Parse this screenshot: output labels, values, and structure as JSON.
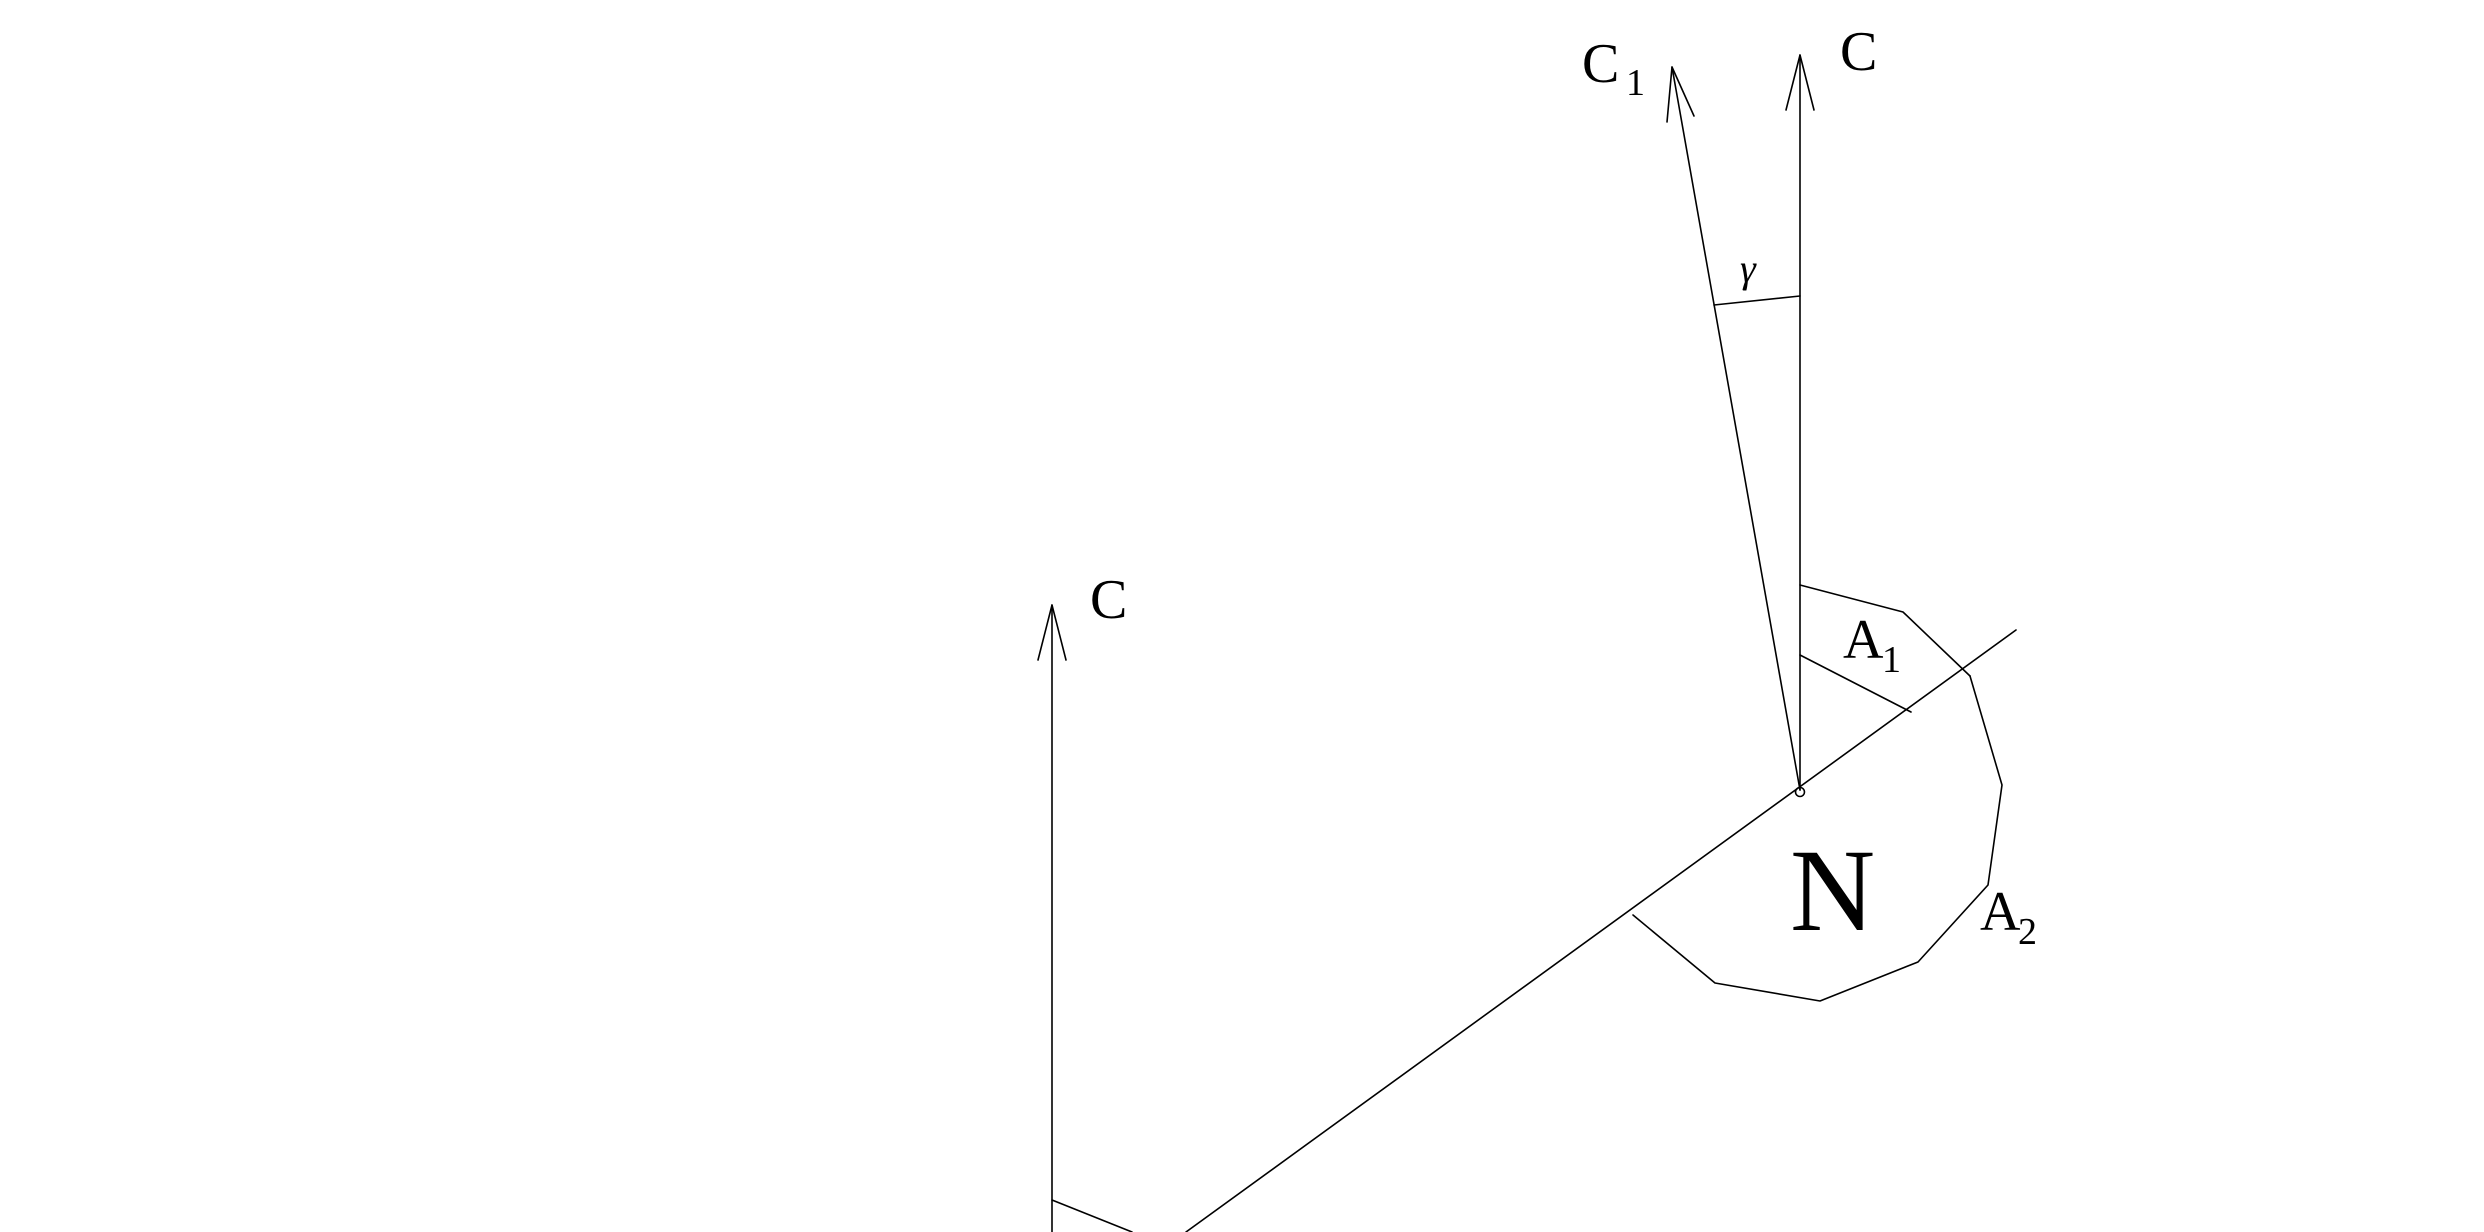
{
  "labels": {
    "c_top_left": "C",
    "c_top_left_sub": "1",
    "c_top_right": "C",
    "c_left": "C",
    "gamma": "γ",
    "a1": "A",
    "a1_sub": "1",
    "a2": "A",
    "a2_sub": "2",
    "n": "N"
  },
  "colors": {
    "line": "#000000",
    "background": "#ffffff"
  }
}
